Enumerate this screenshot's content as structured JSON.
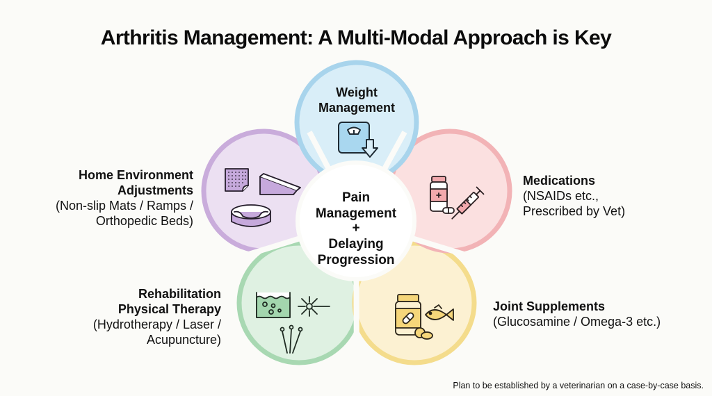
{
  "title": "Arthritis Management: A Multi-Modal Approach is Key",
  "center": {
    "lines": [
      "Pain",
      "Management",
      "+",
      "Delaying",
      "Progression"
    ]
  },
  "petals": [
    {
      "id": "weight",
      "heading_lines": [
        "Weight",
        "Management"
      ],
      "subtitle_lines": [],
      "icon": "scale-down-arrow-icon",
      "fill": "#d9eef8",
      "stroke": "#a8d4ec",
      "icon_fill": "#a9d7ef"
    },
    {
      "id": "medications",
      "heading_lines": [
        "Medications"
      ],
      "subtitle_lines": [
        "(NSAIDs etc.,",
        "Prescribed by Vet)"
      ],
      "icon": "pill-bottle-syringe-icon",
      "fill": "#fbe0e0",
      "stroke": "#f2b3b6",
      "icon_fill": "#f2a9ad"
    },
    {
      "id": "supplements",
      "heading_lines": [
        "Joint Supplements"
      ],
      "subtitle_lines": [
        "(Glucosamine / Omega-3 etc.)"
      ],
      "icon": "supplement-bottle-fish-icon",
      "fill": "#fcf1d2",
      "stroke": "#f4dc8c",
      "icon_fill": "#f5d67a"
    },
    {
      "id": "rehab",
      "heading_lines": [
        "Rehabilitation",
        "Physical Therapy"
      ],
      "subtitle_lines": [
        "(Hydrotherapy / Laser /",
        "Acupuncture)"
      ],
      "icon": "hydrotherapy-laser-acupuncture-icon",
      "fill": "#dff1e2",
      "stroke": "#a8d8b2",
      "icon_fill": "#a3d6ae"
    },
    {
      "id": "home",
      "heading_lines": [
        "Home Environment",
        "Adjustments"
      ],
      "subtitle_lines": [
        "(Non-slip Mats / Ramps /",
        "Orthopedic Beds)"
      ],
      "icon": "mat-ramp-bed-icon",
      "fill": "#ece0f2",
      "stroke": "#c9acdb",
      "icon_fill": "#c6a9dc"
    }
  ],
  "footnote": "Plan to be established by a veterinarian on a case-by-case basis."
}
